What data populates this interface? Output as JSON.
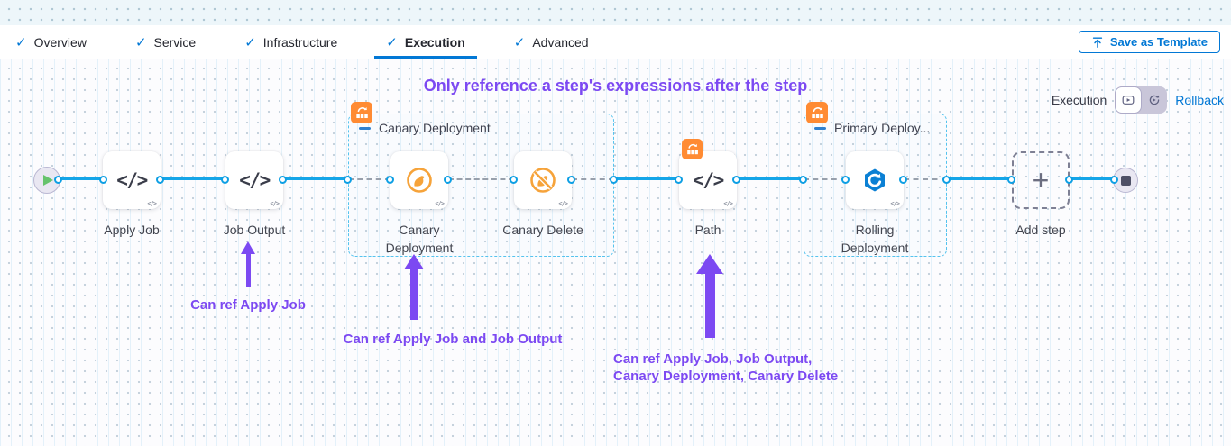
{
  "tabbar": {
    "tabs": [
      {
        "label": "Overview"
      },
      {
        "label": "Service"
      },
      {
        "label": "Infrastructure"
      },
      {
        "label": "Execution"
      },
      {
        "label": "Advanced"
      }
    ],
    "save_as_template": "Save as Template"
  },
  "canvas": {
    "heading": "Only reference a step's expressions after the step",
    "mode_toggle": {
      "execution_label": "Execution",
      "rollback_label": "Rollback"
    },
    "groups": [
      {
        "label": "Canary Deployment"
      },
      {
        "label": "Primary Deploy..."
      }
    ],
    "steps": [
      {
        "label": "Apply Job",
        "icon": "code-icon"
      },
      {
        "label": "Job Output",
        "icon": "code-icon"
      },
      {
        "label": "Canary Deployment",
        "icon": "canary-icon"
      },
      {
        "label": "Canary Delete",
        "icon": "canary-delete-icon"
      },
      {
        "label": "Path",
        "icon": "code-icon"
      },
      {
        "label": "Rolling Deployment",
        "icon": "rolling-deploy-icon"
      },
      {
        "label": "Add step",
        "icon": "plus-icon"
      }
    ],
    "annotations": [
      {
        "text": "Can ref Apply Job"
      },
      {
        "text": "Can ref Apply Job and Job Output"
      },
      {
        "text_line1": "Can ref Apply Job, Job Output,",
        "text_line2": "Canary Deployment, Canary Delete"
      }
    ]
  },
  "colors": {
    "accent_blue": "#0278d5",
    "connector_blue": "#14a5e8",
    "annotation_purple": "#7c49f2",
    "badge_orange": "#ff8b33",
    "canary_orange": "#f6a33a",
    "rolling_blue": "#0b80d4"
  }
}
